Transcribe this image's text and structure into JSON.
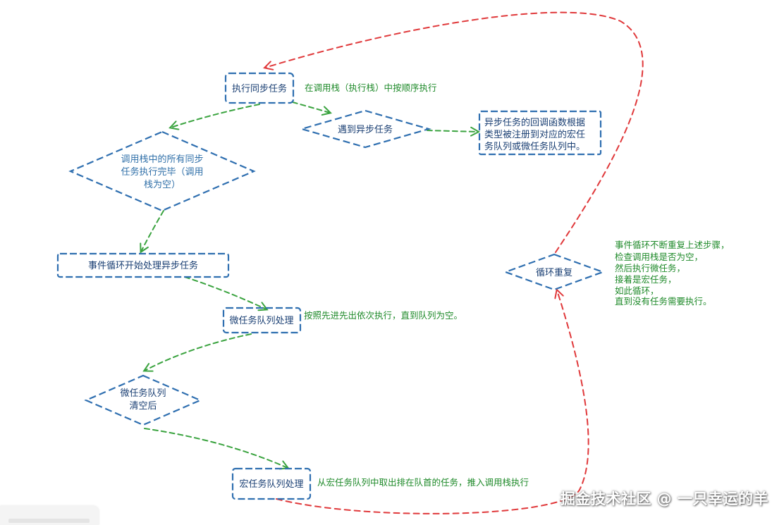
{
  "nodes": {
    "sync_tasks": "执行同步任务",
    "async_tasks": "遇到异步任务",
    "register_callback": [
      "异步任务的回调函数根据",
      "类型被注册到对应的宏任",
      "务队列或微任务队列中。"
    ],
    "stack_empty": [
      "调用栈中的所有同步",
      "任务执行完毕（调用",
      "栈为空）"
    ],
    "event_loop_start": "事件循环开始处理异步任务",
    "micro_queue": "微任务队列处理",
    "micro_empty": [
      "微任务队列",
      "清空后"
    ],
    "macro_queue": "宏任务队列处理",
    "loop_repeat": "循环重复"
  },
  "notes": {
    "call_stack": "在调用栈（执行栈）中按顺序执行",
    "micro_fifo": "按照先进先出依次执行，直到队列为空。",
    "macro_take": "从宏任务队列中取出排在队首的任务，推入调用栈执行",
    "loop_desc": [
      " 事件循环不断重复上述步骤，",
      "检查调用栈是否为空，",
      " 然后执行微任务，",
      "接着是宏任务，",
      " 如此循环，",
      "直到没有任务需要执行。"
    ]
  },
  "watermark": "掘金技术社区 @ 一只幸运的羊",
  "colors": {
    "node_border": "#2f6fb0",
    "green_arrow": "#3aa33f",
    "red_arrow": "#e0393b",
    "note_text": "#1f8a2a"
  }
}
